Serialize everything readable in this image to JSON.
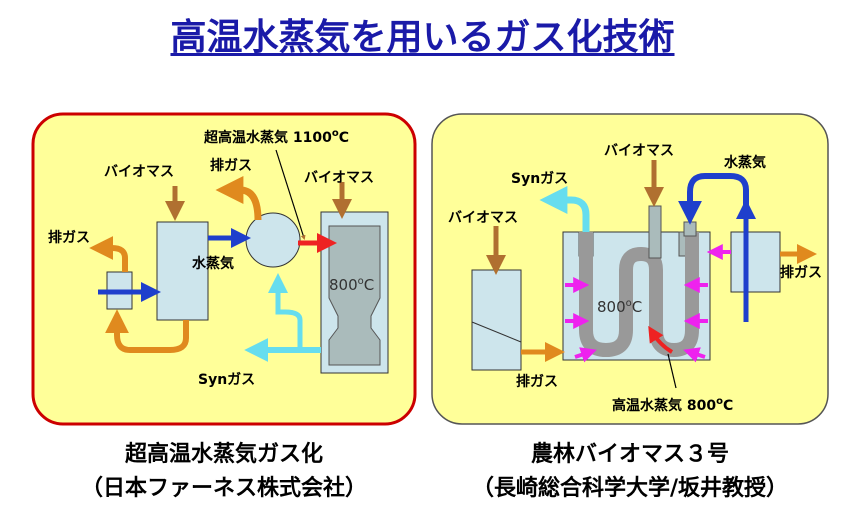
{
  "title": "高温水蒸気を用いるガス化技術",
  "left": {
    "steam_label": "超高温水蒸気 1100",
    "steam_unit": "o",
    "steam_c": "C",
    "biomass_1": "バイオマス",
    "biomass_2": "バイオマス",
    "exhaust_1": "排ガス",
    "exhaust_2": "排ガス",
    "steam": "水蒸気",
    "temp": "800",
    "temp_unit": "o",
    "temp_c": "C",
    "syn": "Synガス",
    "caption_line1": "超高温水蒸気ガス化",
    "caption_line2": "（日本ファーネス株式会社）"
  },
  "right": {
    "biomass_1": "バイオマス",
    "biomass_2": "バイオマス",
    "syn": "Synガス",
    "steam": "水蒸気",
    "exhaust_1": "排ガス",
    "exhaust_2": "排ガス",
    "temp": "800",
    "temp_unit": "o",
    "temp_c": "C",
    "hot_steam": "高温水蒸気 800",
    "hot_unit": "o",
    "hot_c": "C",
    "caption_line1": "農林バイオマス３号",
    "caption_line2": "（長崎総合科学大学/坂井教授）"
  },
  "colors": {
    "title": "#1a1aa8",
    "panel_fill": "#ffff99",
    "left_border": "#cc0000",
    "right_border": "#555555",
    "orange": "#e08a1e",
    "blue": "#1f3fcc",
    "cyan": "#66ddee",
    "red": "#ee2222",
    "magenta": "#ee22ee",
    "vessel": "#cde5ec",
    "reactor": "#aabbbb"
  }
}
